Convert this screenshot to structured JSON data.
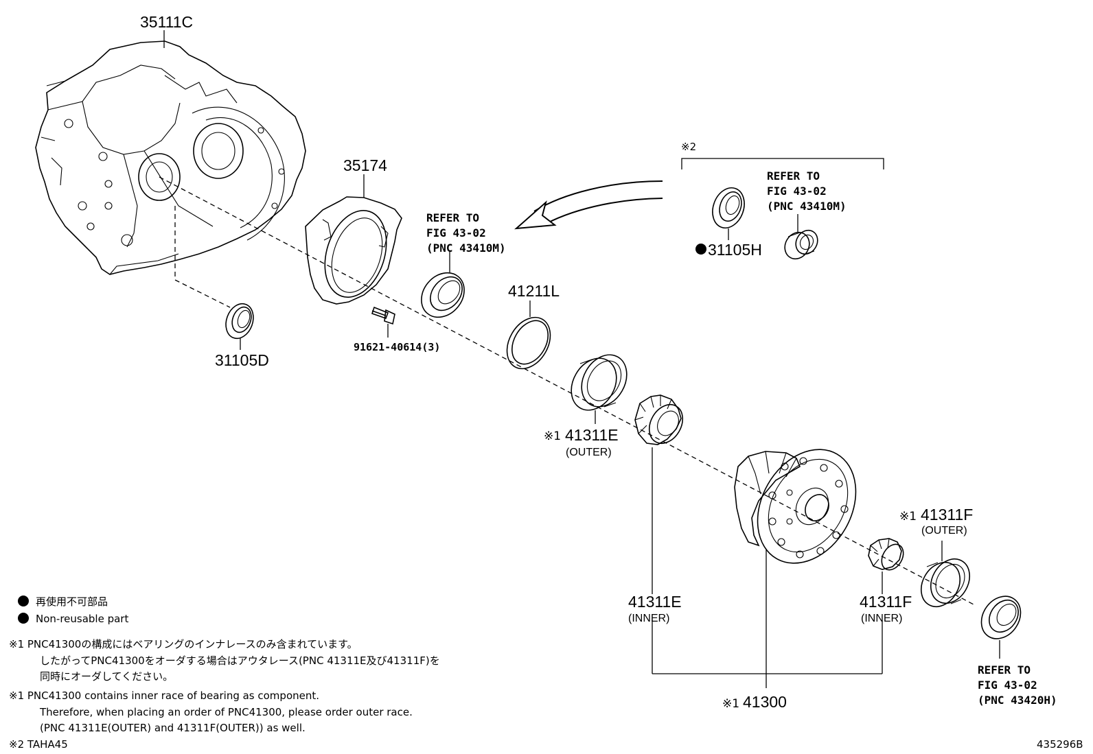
{
  "labels": {
    "p35111C": "35111C",
    "p35174": "35174",
    "p31105D": "31105D",
    "p91621": "91621-40614(3)",
    "p41211L": "41211L",
    "p41311E_outer": "41311E",
    "p41311E_outer_prefix": "※1",
    "p41311E_outer_sub": "(OUTER)",
    "p41311E_inner": "41311E",
    "p41311E_inner_sub": "(INNER)",
    "p41311F_outer": "41311F",
    "p41311F_outer_prefix": "※1",
    "p41311F_outer_sub": "(OUTER)",
    "p41311F_inner": "41311F",
    "p41311F_inner_sub": "(INNER)",
    "p41300": "41300",
    "p41300_prefix": "※1",
    "p31105H": "31105H",
    "group_mark": "※2"
  },
  "refs": {
    "left": [
      "REFER TO",
      "FIG 43-02",
      "(PNC 43410M)"
    ],
    "right_top": [
      "REFER TO",
      "FIG 43-02",
      "(PNC 43410M)"
    ],
    "bottom": [
      "REFER TO",
      "FIG 43-02",
      "(PNC 43420H)"
    ]
  },
  "legend": {
    "jp": "再使用不可部品",
    "en": "Non-reusable part"
  },
  "notes": {
    "jp1": "※1 PNC41300の構成にはベアリングのインナレースのみ含まれています。",
    "jp2": "したがってPNC41300をオーダする場合はアウタレース(PNC 41311E及び41311F)を",
    "jp3": "同時にオーダしてください。",
    "en1": "※1 PNC41300 contains inner race of bearing as component.",
    "en2": "Therefore, when placing an order of PNC41300, please order outer race.",
    "en3": "(PNC 41311E(OUTER) and 41311F(OUTER)) as well.",
    "note2": "※2 TAHA45"
  },
  "figure_id": "435296B"
}
